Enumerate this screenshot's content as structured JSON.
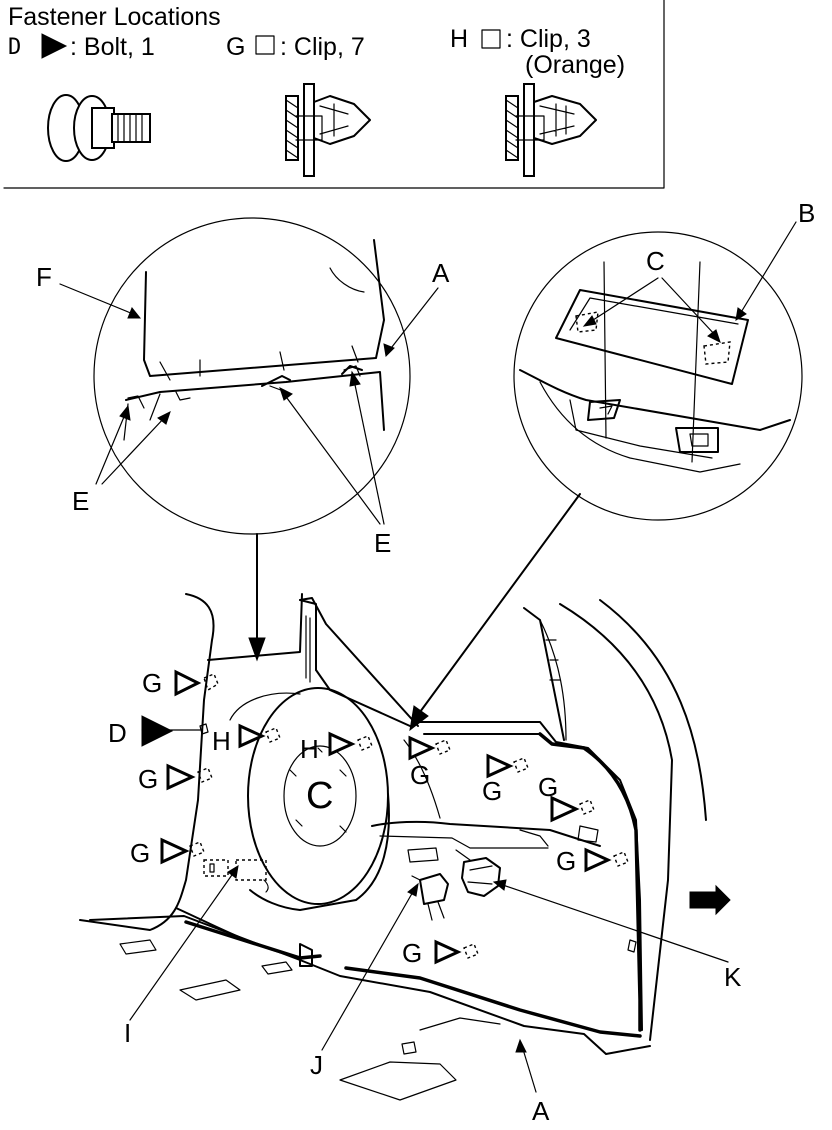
{
  "legend": {
    "title": "Fastener Locations",
    "items": [
      {
        "code": "D",
        "label": ": Bolt, 1",
        "symbol": "solid-triangle"
      },
      {
        "code": "G",
        "label": ": Clip, 7",
        "symbol": "hollow-square"
      },
      {
        "code": "H",
        "label": ": Clip, 3",
        "note": "(Orange)",
        "symbol": "hollow-square"
      }
    ]
  },
  "callouts": {
    "A": "A",
    "B": "B",
    "C": "C",
    "D": "D",
    "E": "E",
    "F": "F",
    "G": "G",
    "H": "H",
    "I": "I",
    "J": "J",
    "K": "K",
    "wheel": "C"
  }
}
